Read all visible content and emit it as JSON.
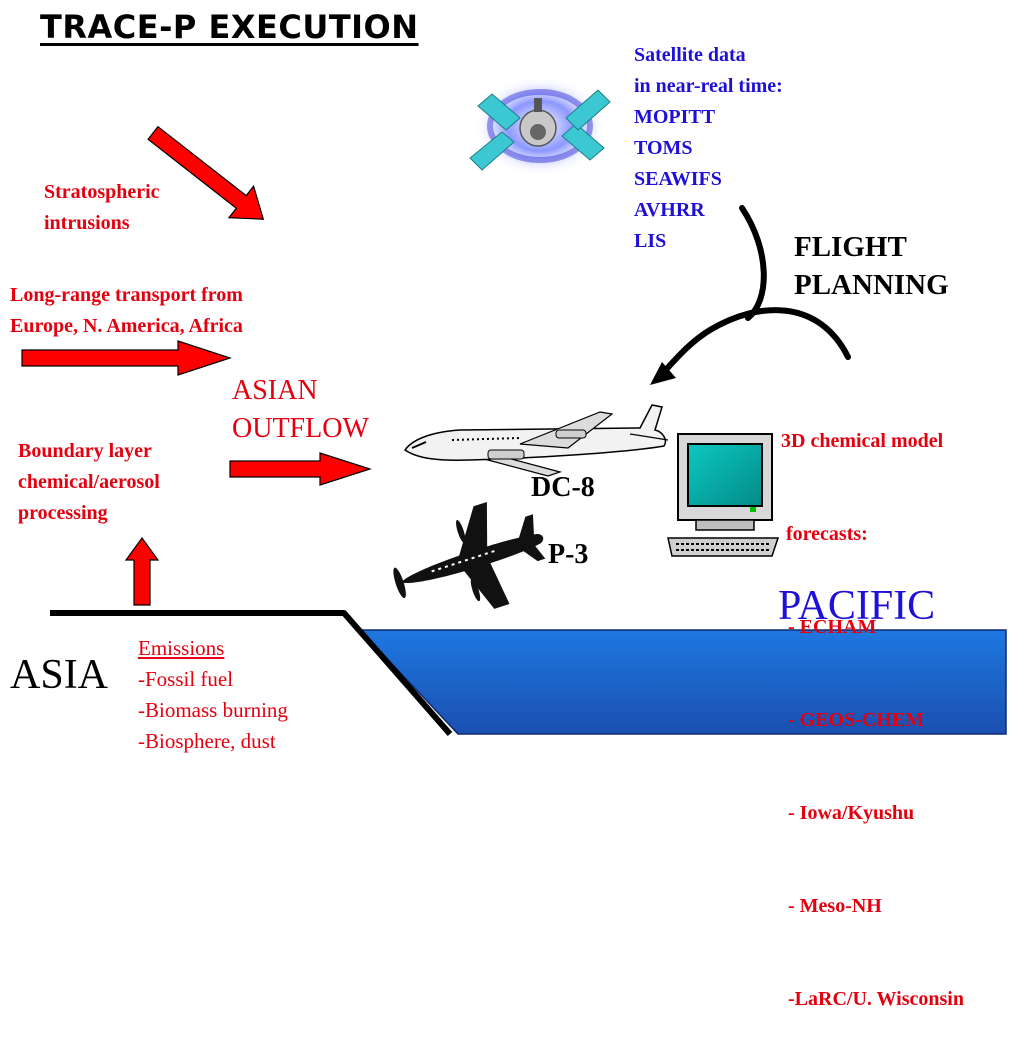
{
  "title": "TRACE-P EXECUTION",
  "colors": {
    "red_text": "#e4000f",
    "blue_text": "#1e10d8",
    "arrow_red": "#ff0000",
    "ocean_blue": "#1e78e0"
  },
  "satellite": {
    "icon": "satellite-icon",
    "lines": [
      "Satellite data",
      "in near-real time:",
      "MOPITT",
      "TOMS",
      "SEAWIFS",
      "AVHRR",
      "LIS"
    ]
  },
  "flight_planning": {
    "lines": [
      "FLIGHT",
      "PLANNING"
    ]
  },
  "stratospheric": {
    "lines": [
      "Stratospheric",
      "intrusions"
    ]
  },
  "long_range": {
    "lines": [
      "Long-range transport from",
      "Europe, N. America, Africa"
    ]
  },
  "asian_outflow": {
    "lines": [
      "ASIAN",
      "OUTFLOW"
    ]
  },
  "boundary_layer": {
    "lines": [
      "Boundary layer",
      "chemical/aerosol",
      "processing"
    ]
  },
  "model": {
    "icon": "computer-icon",
    "lines": [
      "3D chemical model",
      " forecasts:",
      "- ECHAM",
      "- GEOS-CHEM",
      "- Iowa/Kyushu",
      "- Meso-NH",
      "-LaRC/U. Wisconsin"
    ]
  },
  "dc8": {
    "label": "DC-8",
    "icon": "jet-airplane-icon"
  },
  "p3": {
    "label": "P-3",
    "icon": "propeller-airplane-icon"
  },
  "pacific": "PACIFIC",
  "asia": "ASIA",
  "emissions": {
    "heading": "Emissions",
    "items": [
      "-Fossil fuel",
      "-Biomass burning",
      "-Biosphere, dust"
    ]
  }
}
